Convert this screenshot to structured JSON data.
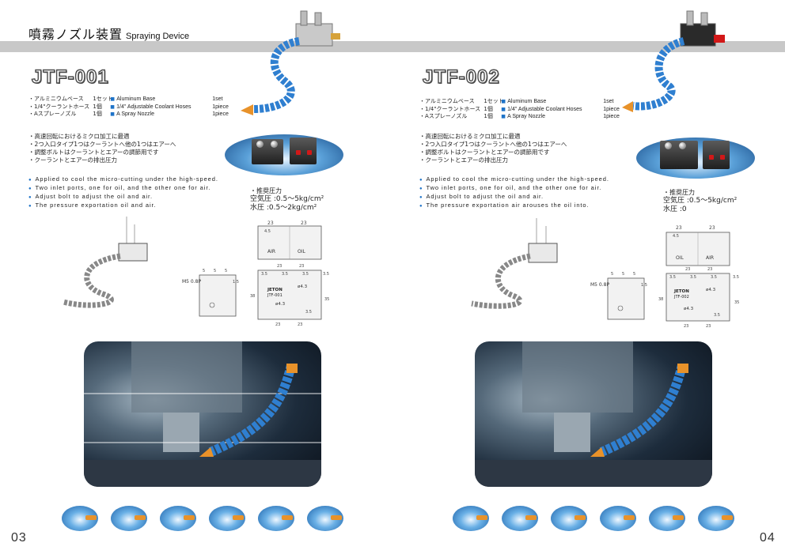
{
  "header": {
    "title_jp": "噴霧ノズル装置",
    "title_en": "Spraying Device"
  },
  "pages": [
    {
      "model": "JTF-001",
      "parts": [
        {
          "jp": "・アルミニウムベース",
          "qty": "1セット",
          "en": "Aluminum Base",
          "en_qty": "1set"
        },
        {
          "jp": "・1/4\"クーラントホース",
          "qty": "1個",
          "en": "1/4\" Adjustable Coolant Hoses",
          "en_qty": "1piece"
        },
        {
          "jp": "・Aスプレーノズル",
          "qty": "1個",
          "en": "A Spray Nozzle",
          "en_qty": "1piece"
        }
      ],
      "features_jp": [
        "・高速回転におけるミクロ加工に最適",
        "・2つ入口タイプ1つはクーラントへ他の1つはエアーへ",
        "・調整ボルトはクーラントとエアーの調節用です",
        "・クーラントとエアーの排出圧力"
      ],
      "features_en": [
        "Applied to cool the micro-cutting under the high-speed.",
        "Two inlet ports, one for oil, and the other one for air.",
        "Adjust bolt to adjust the oil and air.",
        "The pressure exportation oil and air."
      ],
      "pressure": {
        "heading": "・推奨圧力",
        "air": "空気圧 :0.5～5kg/cm²",
        "water": "水圧 :0.5～2kg/cm²"
      },
      "drawing": {
        "top_labels": [
          "23",
          "23",
          "4.5"
        ],
        "ports": [
          "AIR",
          "OIL"
        ],
        "side_dims": [
          "5",
          "5",
          "5",
          "1.5"
        ],
        "thread": "M5 0.8P",
        "plate_brand": "JETON",
        "plate_model": "JTF-001",
        "bore1": "ø4.3",
        "bore2": "ø4.3",
        "dims": [
          "23",
          "23",
          "3.5",
          "3.5",
          "3.5",
          "3.5",
          "38",
          "35",
          "3.5",
          "23",
          "23"
        ]
      },
      "page_number": "03"
    },
    {
      "model": "JTF-002",
      "parts": [
        {
          "jp": "・アルミニウムベース",
          "qty": "1セット",
          "en": "Aluminum Base",
          "en_qty": "1set"
        },
        {
          "jp": "・1/4\"クーラントホース",
          "qty": "1個",
          "en": "1/4\" Adjustable Coolant Hoses",
          "en_qty": "1piece"
        },
        {
          "jp": "・Aスプレーノズル",
          "qty": "1個",
          "en": "A Spray Nozzle",
          "en_qty": "1piece"
        }
      ],
      "features_jp": [
        "・高速回転におけるミクロ加工に最適",
        "・2つ入口タイプ1つはクーラントへ他の1つはエアーへ",
        "・調整ボルトはクーラントとエアーの調節用です",
        "・クーラントとエアーの排出圧力"
      ],
      "features_en": [
        "Applied to cool the micro-cutting under the high-speed.",
        "Two inlet ports, one for oil, and the other one for air.",
        "Adjust bolt to adjust the oil and air.",
        "The pressure exportation air arouses the oil into."
      ],
      "pressure": {
        "heading": "・推奨圧力",
        "air": "空気圧 :0.5～5kg/cm²",
        "water": "水圧 :0"
      },
      "drawing": {
        "top_labels": [
          "23",
          "23",
          "4.5"
        ],
        "ports": [
          "OIL",
          "AIR"
        ],
        "side_dims": [
          "5",
          "5",
          "5",
          "1.5"
        ],
        "thread": "M5 0.8P",
        "plate_brand": "JETON",
        "plate_model": "JTF-002",
        "bore1": "ø4.3",
        "bore2": "ø4.3",
        "dims": [
          "23",
          "23",
          "3.5",
          "3.5",
          "3.5",
          "3.5",
          "38",
          "35",
          "3.5",
          "23",
          "23"
        ]
      },
      "page_number": "04"
    }
  ],
  "colors": {
    "accent_blue": "#1e73c8",
    "hose_blue": "#2f7fd0",
    "nozzle_orange": "#e8922a",
    "band_gray": "#c8c8c8"
  }
}
